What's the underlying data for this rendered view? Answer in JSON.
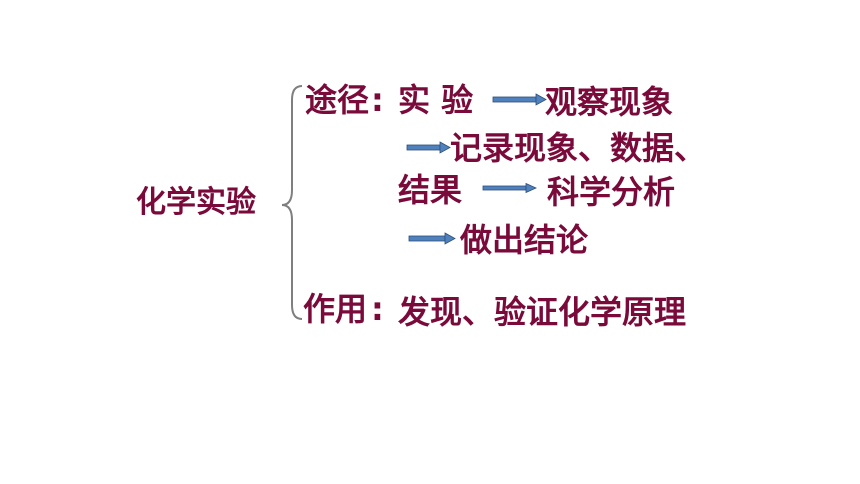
{
  "diagram": {
    "root": "化学实验",
    "branches": {
      "approach": {
        "label": "途径",
        "colon": ":",
        "chain": {
          "start": "实  验",
          "step1": "观察现象",
          "step2": "记录现象、数据、",
          "step2_cont": "结果",
          "step3": "科学分析",
          "step4": "做出结论"
        }
      },
      "function": {
        "label": "作用",
        "colon": ":",
        "text": "发现、验证化学原理"
      }
    },
    "colors": {
      "text": "#7a0a3a",
      "arrow_fill": "#4f81bd",
      "arrow_stroke": "#2f4f78",
      "brace": "#7f7f7f"
    }
  }
}
